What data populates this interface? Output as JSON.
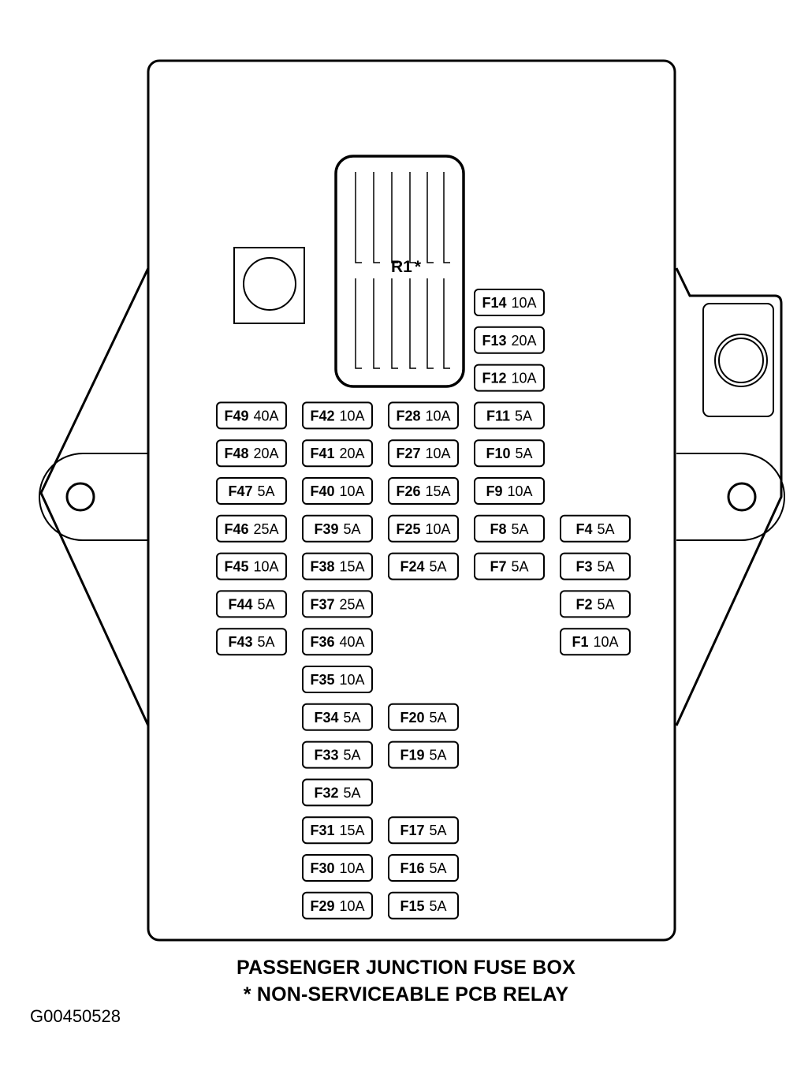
{
  "relay": {
    "label": "R1",
    "mark": "*"
  },
  "fuses": [
    {
      "id": "F14",
      "rating": "10A",
      "col": 3,
      "row": 0
    },
    {
      "id": "F13",
      "rating": "20A",
      "col": 3,
      "row": 1
    },
    {
      "id": "F12",
      "rating": "10A",
      "col": 3,
      "row": 2
    },
    {
      "id": "F49",
      "rating": "40A",
      "col": 0,
      "row": 3
    },
    {
      "id": "F42",
      "rating": "10A",
      "col": 1,
      "row": 3
    },
    {
      "id": "F28",
      "rating": "10A",
      "col": 2,
      "row": 3
    },
    {
      "id": "F11",
      "rating": "5A",
      "col": 3,
      "row": 3
    },
    {
      "id": "F48",
      "rating": "20A",
      "col": 0,
      "row": 4
    },
    {
      "id": "F41",
      "rating": "20A",
      "col": 1,
      "row": 4
    },
    {
      "id": "F27",
      "rating": "10A",
      "col": 2,
      "row": 4
    },
    {
      "id": "F10",
      "rating": "5A",
      "col": 3,
      "row": 4
    },
    {
      "id": "F47",
      "rating": "5A",
      "col": 0,
      "row": 5
    },
    {
      "id": "F40",
      "rating": "10A",
      "col": 1,
      "row": 5
    },
    {
      "id": "F26",
      "rating": "15A",
      "col": 2,
      "row": 5
    },
    {
      "id": "F9",
      "rating": "10A",
      "col": 3,
      "row": 5
    },
    {
      "id": "F46",
      "rating": "25A",
      "col": 0,
      "row": 6
    },
    {
      "id": "F39",
      "rating": "5A",
      "col": 1,
      "row": 6
    },
    {
      "id": "F25",
      "rating": "10A",
      "col": 2,
      "row": 6
    },
    {
      "id": "F8",
      "rating": "5A",
      "col": 3,
      "row": 6
    },
    {
      "id": "F4",
      "rating": "5A",
      "col": 4,
      "row": 6
    },
    {
      "id": "F45",
      "rating": "10A",
      "col": 0,
      "row": 7
    },
    {
      "id": "F38",
      "rating": "15A",
      "col": 1,
      "row": 7
    },
    {
      "id": "F24",
      "rating": "5A",
      "col": 2,
      "row": 7
    },
    {
      "id": "F7",
      "rating": "5A",
      "col": 3,
      "row": 7
    },
    {
      "id": "F3",
      "rating": "5A",
      "col": 4,
      "row": 7
    },
    {
      "id": "F44",
      "rating": "5A",
      "col": 0,
      "row": 8
    },
    {
      "id": "F37",
      "rating": "25A",
      "col": 1,
      "row": 8
    },
    {
      "id": "F2",
      "rating": "5A",
      "col": 4,
      "row": 8
    },
    {
      "id": "F43",
      "rating": "5A",
      "col": 0,
      "row": 9
    },
    {
      "id": "F36",
      "rating": "40A",
      "col": 1,
      "row": 9
    },
    {
      "id": "F1",
      "rating": "10A",
      "col": 4,
      "row": 9
    },
    {
      "id": "F35",
      "rating": "10A",
      "col": 1,
      "row": 10
    },
    {
      "id": "F34",
      "rating": "5A",
      "col": 1,
      "row": 11
    },
    {
      "id": "F20",
      "rating": "5A",
      "col": 2,
      "row": 11
    },
    {
      "id": "F33",
      "rating": "5A",
      "col": 1,
      "row": 12
    },
    {
      "id": "F19",
      "rating": "5A",
      "col": 2,
      "row": 12
    },
    {
      "id": "F32",
      "rating": "5A",
      "col": 1,
      "row": 13
    },
    {
      "id": "F31",
      "rating": "15A",
      "col": 1,
      "row": 14
    },
    {
      "id": "F17",
      "rating": "5A",
      "col": 2,
      "row": 14
    },
    {
      "id": "F30",
      "rating": "10A",
      "col": 1,
      "row": 15
    },
    {
      "id": "F16",
      "rating": "5A",
      "col": 2,
      "row": 15
    },
    {
      "id": "F29",
      "rating": "10A",
      "col": 1,
      "row": 16
    },
    {
      "id": "F15",
      "rating": "5A",
      "col": 2,
      "row": 16
    }
  ],
  "caption": {
    "line1": "PASSENGER JUNCTION FUSE BOX",
    "line2": "* NON-SERVICEABLE PCB RELAY"
  },
  "figure_id": "G00450528"
}
